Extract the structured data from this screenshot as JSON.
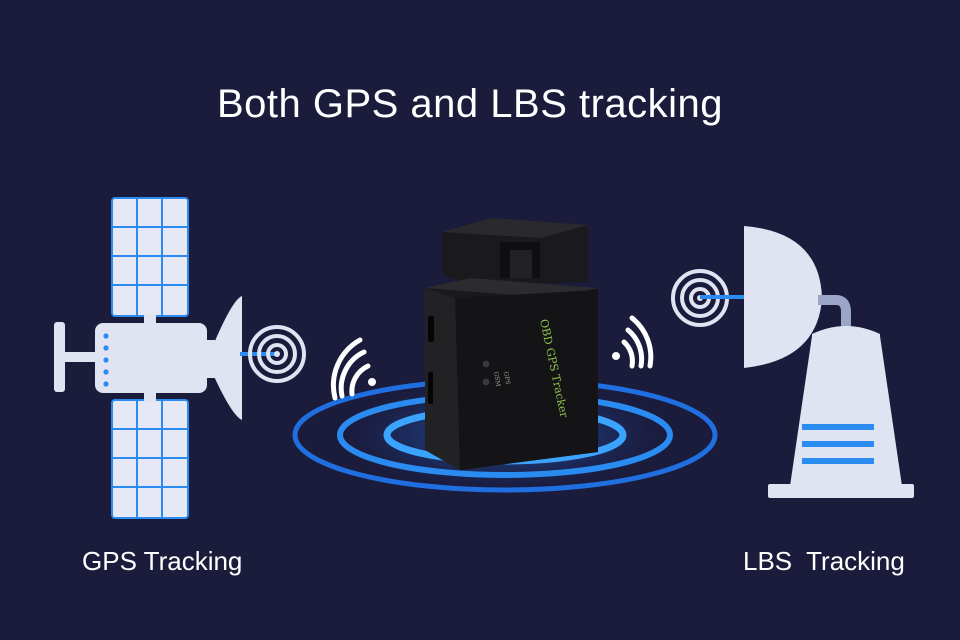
{
  "title": "Both GPS and LBS tracking",
  "captions": {
    "gps": "GPS Tracking",
    "lbs": "LBS  Tracking"
  },
  "device": {
    "brand_text": "OBD GPS Tracker",
    "indicator_gsm": "GSM",
    "indicator_gps": "GPS"
  },
  "icons": [
    "satellite-icon",
    "radio-tower-icon",
    "wifi-signal-icon",
    "target-rings-icon",
    "obd-tracker-device"
  ],
  "colors": {
    "background": "#1b1b3b",
    "icon_fill": "#dfe3f2",
    "accent_blue": "#2a8cf0",
    "ripple_blue": "#1f6fe0"
  }
}
